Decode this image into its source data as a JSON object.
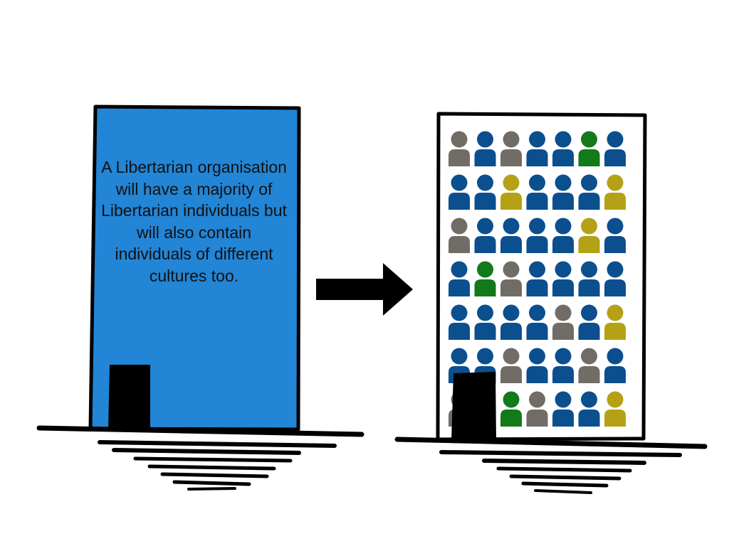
{
  "caption": "A Libertarian organisation will have a majority of Libertarian individuals but will also contain individuals of different cultures too.",
  "colors": {
    "building_fill": "#2285d6",
    "outline": "#000000",
    "libertarian_person": "#0b4f8f",
    "grey_person": "#716d66",
    "green_person": "#127a18",
    "yellow_person": "#b4a116"
  },
  "people_grid": [
    [
      "grey",
      "blue",
      "grey",
      "blue",
      "blue",
      "green",
      "blue"
    ],
    [
      "blue",
      "blue",
      "yellow",
      "blue",
      "blue",
      "blue",
      "yellow"
    ],
    [
      "grey",
      "blue",
      "blue",
      "blue",
      "blue",
      "yellow",
      "blue"
    ],
    [
      "blue",
      "green",
      "grey",
      "blue",
      "blue",
      "blue",
      "blue"
    ],
    [
      "blue",
      "blue",
      "blue",
      "blue",
      "grey",
      "blue",
      "yellow"
    ],
    [
      "blue",
      "blue",
      "grey",
      "blue",
      "blue",
      "grey",
      "blue"
    ],
    [
      "grey",
      "blue",
      "green",
      "grey",
      "blue",
      "blue",
      "yellow"
    ]
  ]
}
